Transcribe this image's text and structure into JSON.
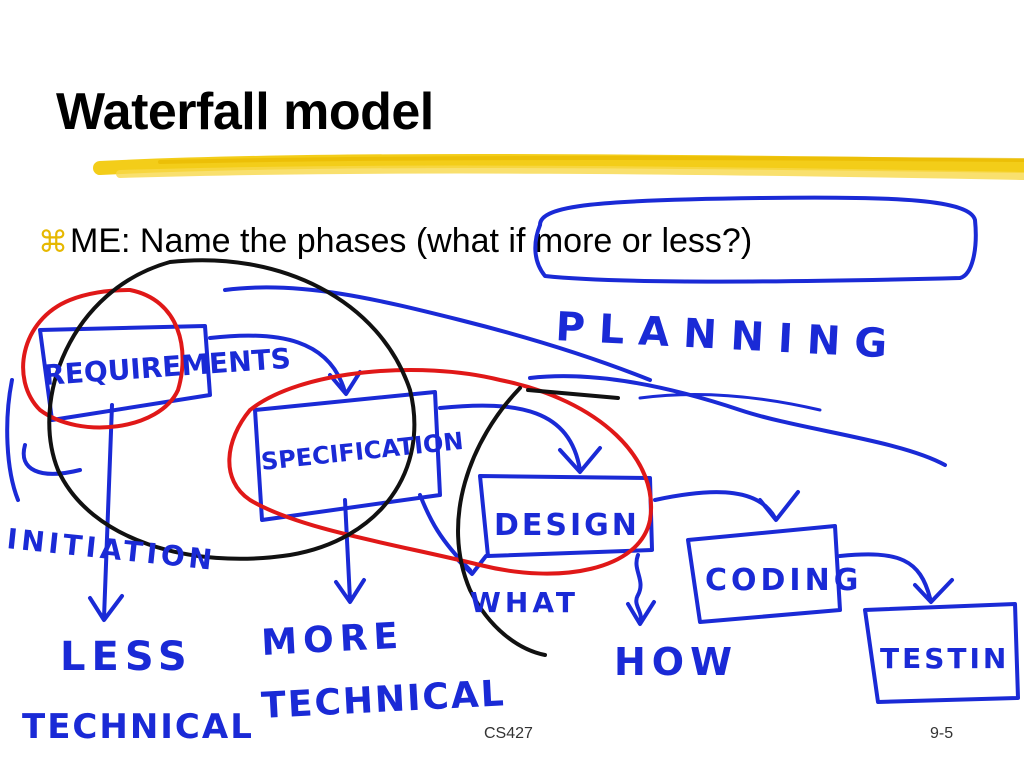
{
  "slide": {
    "title": "Waterfall model",
    "bullet_glyph": "⌘",
    "bullet_text": "ME: Name the phases (what if more or less?)"
  },
  "annotations": {
    "ink_colors": {
      "blue": "#1a2ad6",
      "red": "#e01818",
      "black": "#111111"
    },
    "phases": [
      "REQUIREMENTS",
      "SPECIFICATION",
      "DESIGN",
      "CODING",
      "TESTIN"
    ],
    "notes": {
      "planning": "PLANNING",
      "initiation": "INITIATION",
      "what": "WHAT",
      "how": "HOW",
      "less": "LESS",
      "more": "MORE",
      "technical_left": "TECHNICAL",
      "technical_right": "TECHNICAL"
    }
  },
  "footer": {
    "course": "CS427",
    "page": "9-5"
  }
}
